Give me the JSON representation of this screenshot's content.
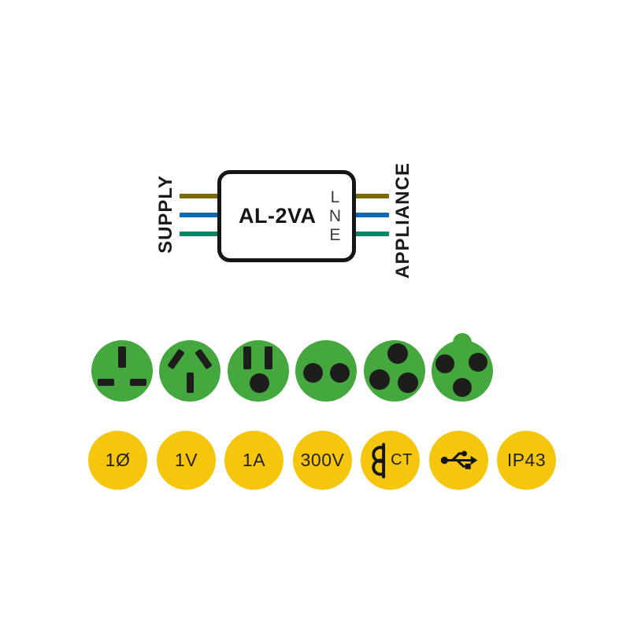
{
  "diagram": {
    "model": "AL-2VA",
    "supply_label": "SUPPLY",
    "appliance_label": "APPLIANCE",
    "terminals": [
      "L",
      "N",
      "E"
    ],
    "wires": [
      {
        "name": "live-wire",
        "color": "#7a6a08"
      },
      {
        "name": "neutral-wire",
        "color": "#1168b2"
      },
      {
        "name": "earth-wire",
        "color": "#0b8466"
      }
    ],
    "box_border_color": "#151515"
  },
  "sockets": {
    "circle_color": "#44a83e",
    "hole_color": "#1d1d1b",
    "items": [
      {
        "name": "socket-uk-type-g-icon"
      },
      {
        "name": "socket-australia-type-i-icon"
      },
      {
        "name": "socket-us-type-b-icon"
      },
      {
        "name": "socket-europlug-type-c-icon"
      },
      {
        "name": "socket-type-d-icon"
      },
      {
        "name": "socket-france-type-e-icon"
      }
    ]
  },
  "ratings": {
    "circle_color": "#f6c50e",
    "text_color": "#242424",
    "icon_color": "#151515",
    "items": [
      {
        "label": "1Ø"
      },
      {
        "label": "1V"
      },
      {
        "label": "1A"
      },
      {
        "label": "300V"
      },
      {
        "label": "CT",
        "icon": "current-transformer-icon"
      },
      {
        "label": "",
        "icon": "usb-icon"
      },
      {
        "label": "IP43"
      }
    ]
  }
}
